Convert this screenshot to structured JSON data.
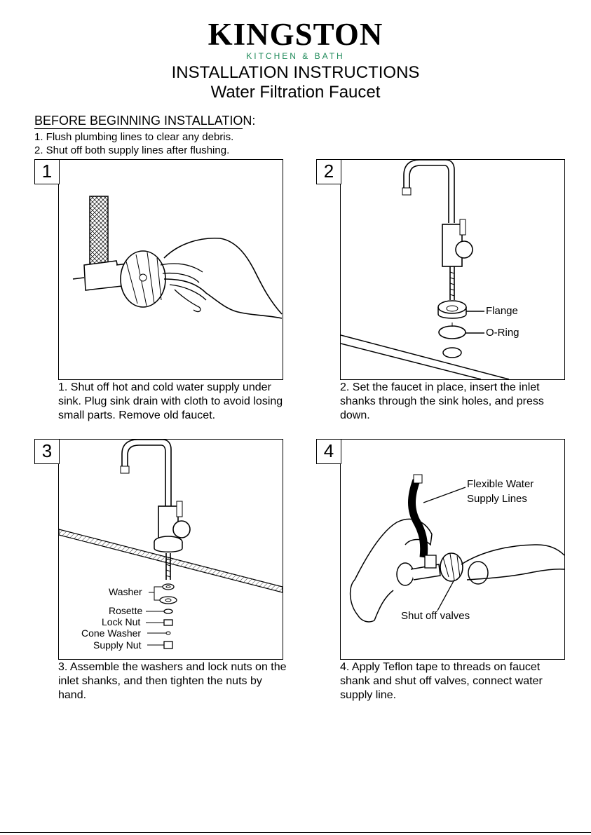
{
  "brand": {
    "name": "KINGSTON",
    "tagline": "KITCHEN & BATH"
  },
  "header": {
    "title": "INSTALLATION INSTRUCTIONS",
    "subtitle": "Water Filtration Faucet"
  },
  "before": {
    "heading": "BEFORE BEGINNING INSTALLATION:",
    "steps": [
      "1. Flush plumbing lines to clear any debris.",
      "2. Shut off both supply lines after flushing."
    ]
  },
  "steps": [
    {
      "number": "1",
      "caption": "1. Shut off hot and cold water supply under sink.  Plug sink drain with cloth to avoid losing small parts.  Remove old faucet.",
      "labels": []
    },
    {
      "number": "2",
      "caption": "2. Set the faucet in place, insert the inlet shanks through the sink holes, and press down.",
      "labels": [
        "Flange",
        "O-Ring"
      ]
    },
    {
      "number": "3",
      "caption": "3. Assemble the washers and lock nuts on the inlet shanks, and then tighten the nuts by hand.",
      "labels": [
        "Washer",
        "Rosette",
        "Lock Nut",
        "Cone Washer",
        "Supply Nut"
      ]
    },
    {
      "number": "4",
      "caption": "4. Apply Teflon tape to threads on faucet shank and shut off valves, connect water supply line.",
      "labels": [
        "Flexible Water",
        "Supply Lines",
        "Shut off valves"
      ]
    }
  ]
}
